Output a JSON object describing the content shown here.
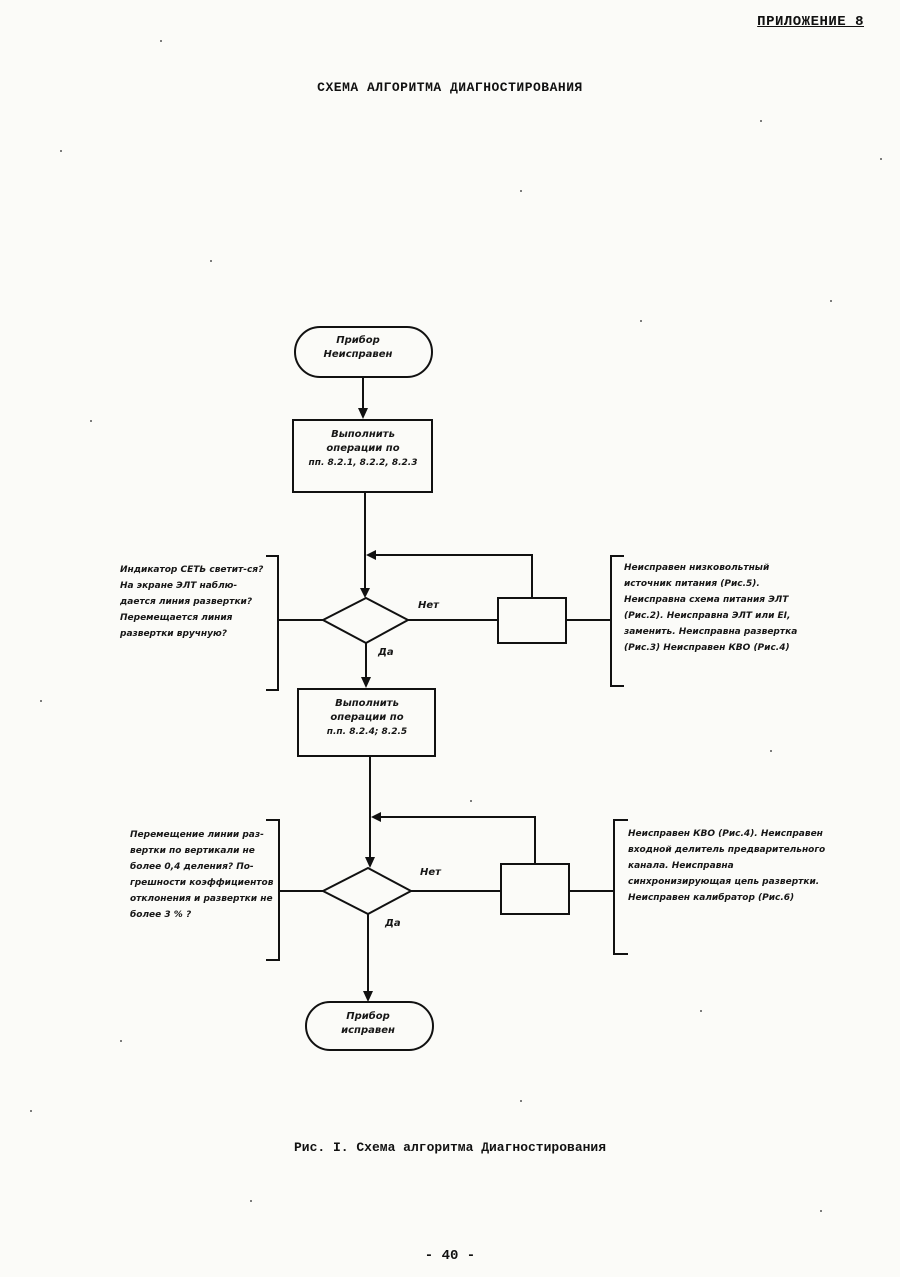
{
  "header": {
    "appendix": "ПРИЛОЖЕНИЕ 8",
    "title": "СХЕМА АЛГОРИТМА ДИАГНОСТИРОВАНИЯ"
  },
  "flowchart": {
    "start": "Прибор Неисправен",
    "step1": [
      "Выполнить",
      "операции по",
      "пп. 8.2.1, 8.2.2, 8.2.3"
    ],
    "decision1_question": "Индикатор СЕТЬ светит-ся? На экране ЭЛТ наблю-дается линия развертки? Перемещается линия развертки вручную?",
    "decision1_no_label": "Нет",
    "decision1_yes_label": "Да",
    "fault1": "Неисправен низковольтный источник питания (Рис.5). Неисправна схема питания ЭЛТ (Рис.2). Неисправна ЭЛТ или ЕI, заменить. Неисправна развертка (Рис.3) Неисправен КВО (Рис.4)",
    "step2": [
      "Выполнить",
      "операции по",
      "п.п. 8.2.4; 8.2.5"
    ],
    "decision2_question": "Перемещение линии раз-вертки по вертикали не более 0,4 деления? По-грешности коэффициентов отклонения и развертки не более 3 % ?",
    "decision2_no_label": "Нет",
    "decision2_yes_label": "Да",
    "fault2": "Неисправен КВО (Рис.4). Неисправен входной делитель предварительного канала. Неисправна синхронизирующая цепь развертки. Неисправен калибратор (Рис.6)",
    "end": "Прибор исправен"
  },
  "caption": "Рис. I. Схема алгоритма Диагностирования",
  "page_number": "- 40 -"
}
